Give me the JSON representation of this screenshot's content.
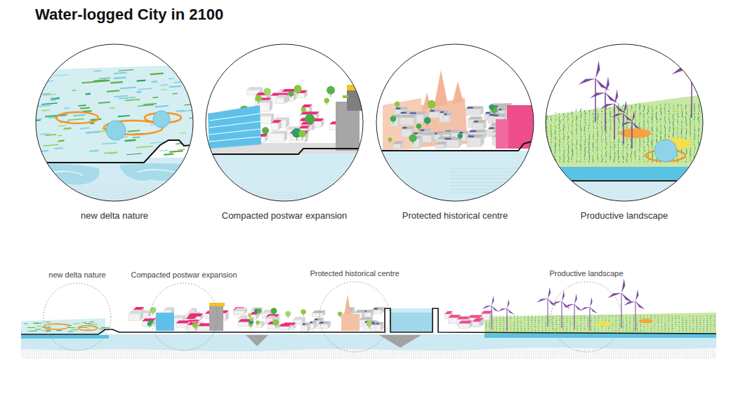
{
  "diagram": {
    "title": "Water-logged City in 2100",
    "nodes": [
      {
        "text": [
          "new delta nature"
        ]
      },
      {
        "text": [
          "Compacted postwar expansion"
        ]
      },
      {
        "text": [
          "Protected historical centre"
        ]
      },
      {
        "text": [
          "Productive landscape"
        ]
      },
      {
        "text": [
          "new delta nature"
        ]
      },
      {
        "text": [
          "Compacted postwar expansion"
        ]
      },
      {
        "text": [
          "Protected historical centre"
        ]
      },
      {
        "text": [
          "Productive landscape"
        ]
      }
    ]
  }
}
